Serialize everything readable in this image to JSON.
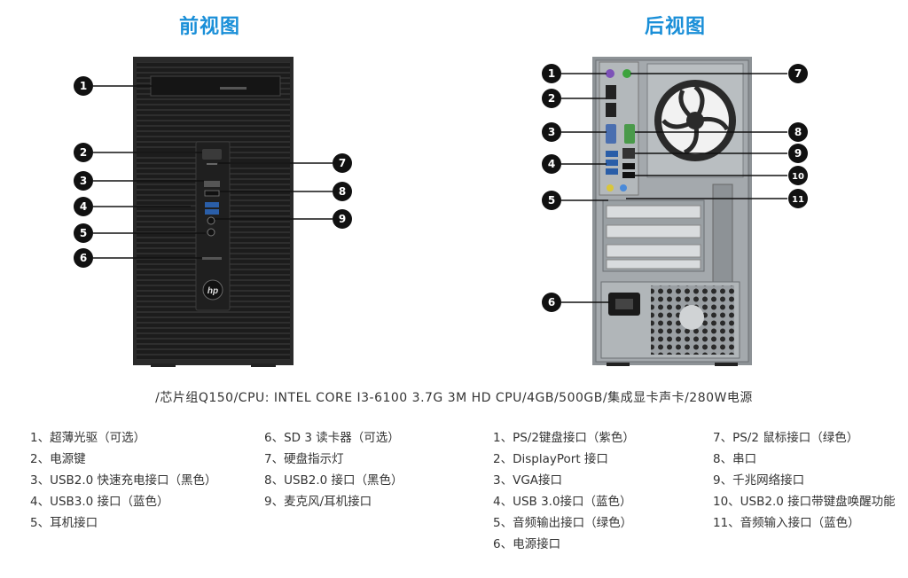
{
  "titles": {
    "front": "前视图",
    "back": "后视图"
  },
  "spec": "/芯片组Q150/CPU: INTEL CORE I3-6100 3.7G 3M HD CPU/4GB/500GB/集成显卡声卡/280W电源",
  "front_callouts": [
    "1",
    "2",
    "3",
    "4",
    "5",
    "6",
    "7",
    "8",
    "9"
  ],
  "back_callouts": [
    "1",
    "2",
    "3",
    "4",
    "5",
    "6",
    "7",
    "8",
    "9",
    "10",
    "11"
  ],
  "front_logo": "hp",
  "legend": {
    "col1": [
      "1、超薄光驱（可选）",
      "2、电源键",
      "3、USB2.0 快速充电接口（黑色）",
      "4、USB3.0 接口（蓝色）",
      "5、耳机接口"
    ],
    "col2": [
      "6、SD 3 读卡器（可选）",
      "7、硬盘指示灯",
      "8、USB2.0 接口（黑色）",
      "9、麦克风/耳机接口"
    ],
    "col3": [
      "1、PS/2键盘接口（紫色）",
      "2、DisplayPort 接口",
      "3、VGA接口",
      "4、USB 3.0接口（蓝色）",
      "5、音频输出接口（绿色）",
      "6、电源接口"
    ],
    "col4": [
      "7、PS/2 鼠标接口（绿色）",
      "8、串口",
      "9、千兆网络接口",
      "10、USB2.0 接口带键盘唤醒功能",
      "11、音频输入接口（蓝色）"
    ]
  }
}
